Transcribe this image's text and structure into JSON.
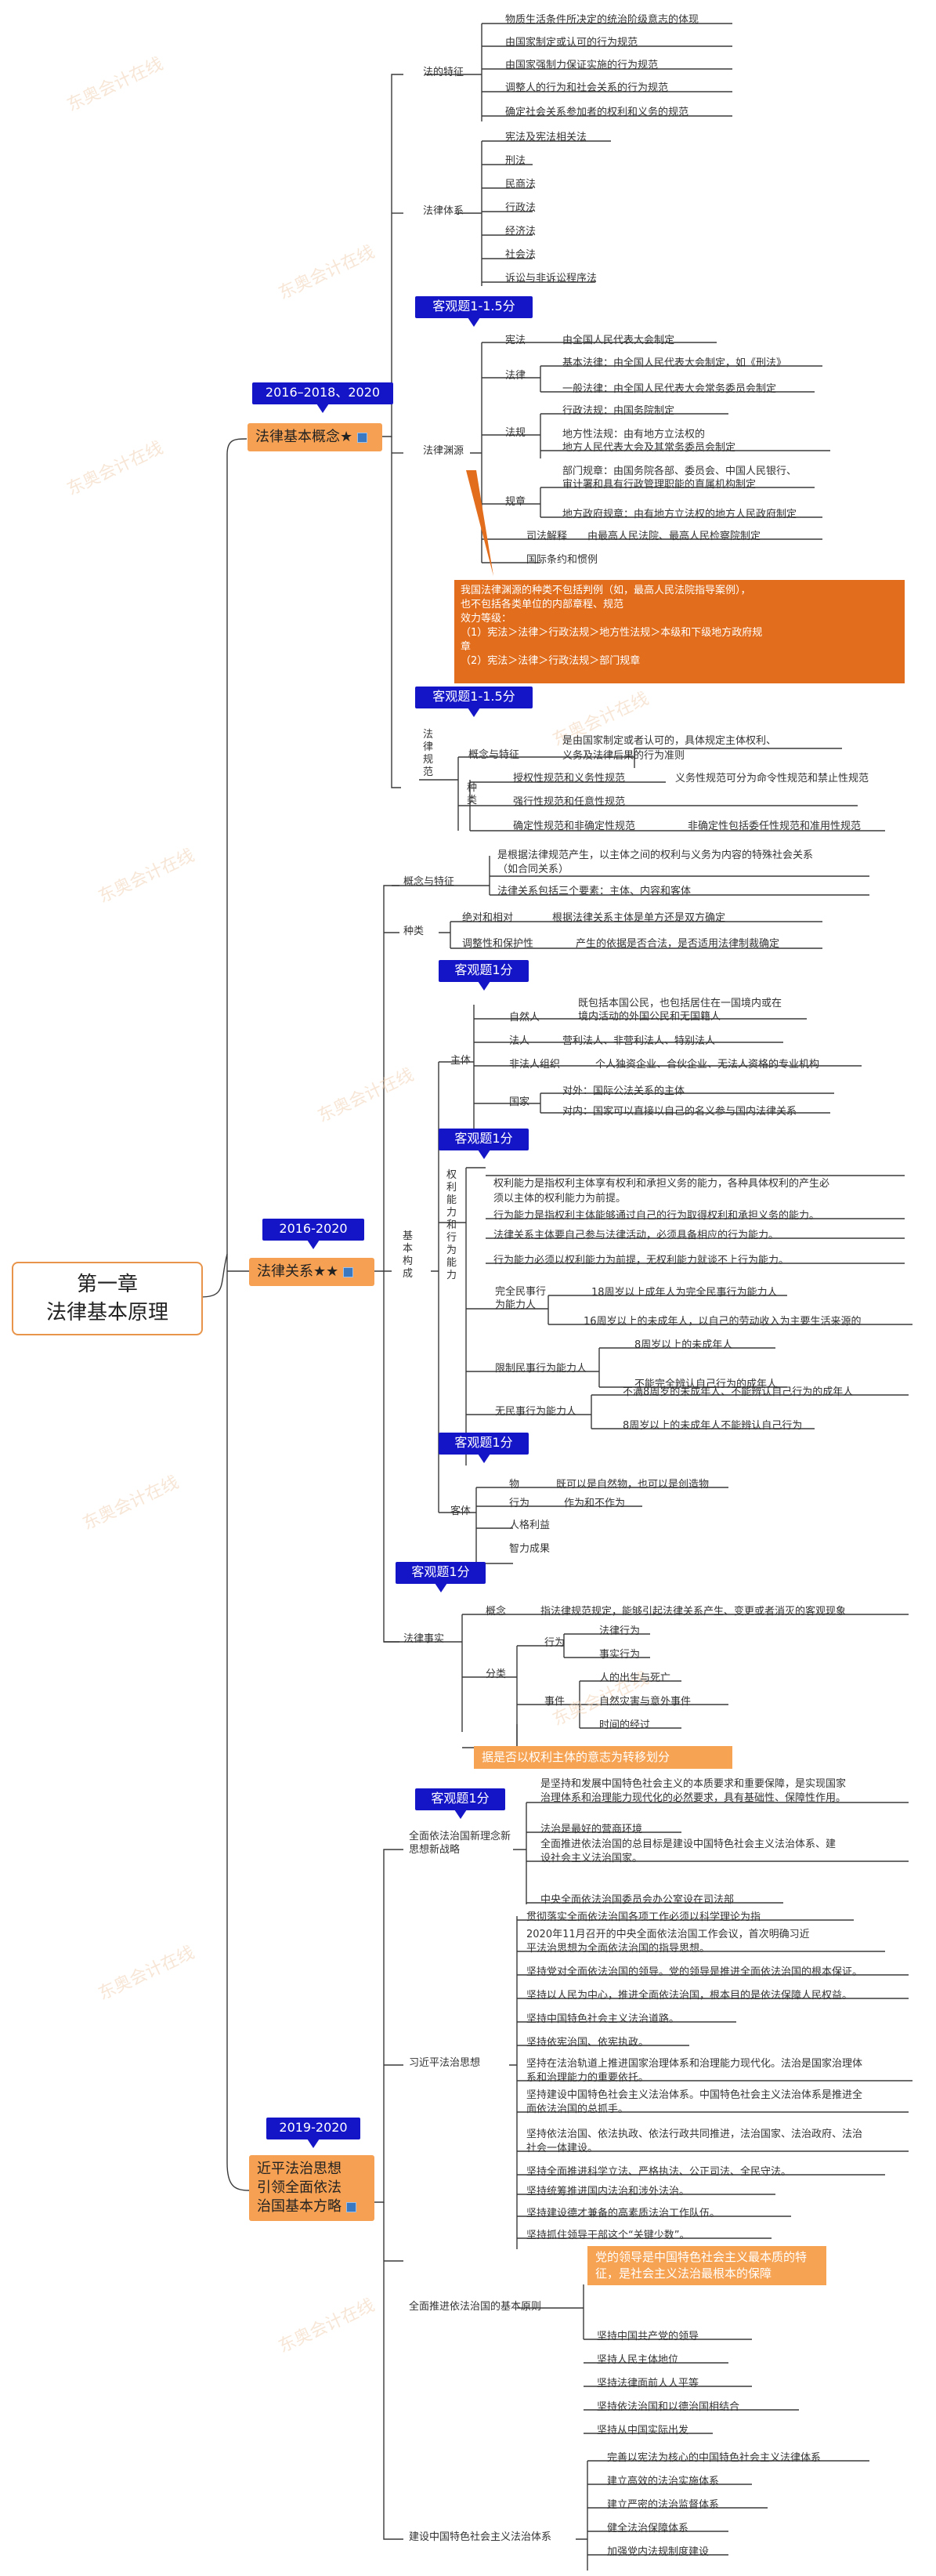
{
  "root": {
    "line1": "第一章",
    "line2": "法律基本原理"
  },
  "watermark": "东奥会计在线",
  "branches": {
    "b1": {
      "label": "法律基本概念★",
      "year": "2016–2018、2020"
    },
    "b2": {
      "label": "法律关系★★",
      "year": "2016-2020"
    },
    "b3": {
      "label1": "近平法治思想",
      "label2": "引领全面依法",
      "label3": "治国基本方略",
      "year": "2019-2020"
    }
  },
  "tags": {
    "objective1": "客观题1-1.5分",
    "objective2": "客观题1-1.5分",
    "objective3": "客观题1分",
    "objective4": "客观题1分",
    "objective5": "客观题1分",
    "objective6": "客观题1分",
    "objective7": "客观题1分"
  },
  "law_traits": {
    "label": "法的特征",
    "items": [
      "物质生活条件所决定的统治阶级意志的体现",
      "由国家制定或认可的行为规范",
      "由国家强制力保证实施的行为规范",
      "调整人的行为和社会关系的行为规范",
      "确定社会关系参加者的权利和义务的规范"
    ]
  },
  "law_system": {
    "label": "法律体系",
    "items": [
      "宪法及宪法相关法",
      "刑法",
      "民商法",
      "行政法",
      "经济法",
      "社会法",
      "诉讼与非诉讼程序法"
    ]
  },
  "law_source": {
    "label": "法律渊源",
    "xianfa": "宪法",
    "xianfa_desc": "由全国人民代表大会制定",
    "falv": "法律",
    "falv_basic": "基本法律：由全国人民代表大会制定，如《刑法》",
    "falv_general": "一般法律：由全国人民代表大会常务委员会制定",
    "fagui": "法规",
    "fagui_admin": "行政法规：由国务院制定",
    "fagui_local1": "地方性法规：由有地方立法权的",
    "fagui_local2": "地方人民代表大会及其常务委员会制定",
    "guizhang": "规章",
    "guizhang_dept1": "部门规章：由国务院各部、委员会、中国人民银行、",
    "guizhang_dept2": "审计署和具有行政管理职能的直属机构制定",
    "guizhang_local": "地方政府规章：由有地方立法权的地方人民政府制定",
    "sifa": "司法解释",
    "sifa_desc": "由最高人民法院、最高人民检察院制定",
    "treaty": "国际条约和惯例"
  },
  "source_note": [
    "我国法律渊源的种类不包括判例（如，最高人民法院指导案例），",
    "也不包括各类单位的内部章程、规范",
    "效力等级：",
    "（1）宪法＞法律＞行政法规＞地方性法规＞本级和下级地方政府规",
    "章",
    "（2）宪法＞法律＞行政法规＞部门规章"
  ],
  "norm": {
    "label": "法律规范",
    "concept": "概念与特征",
    "concept_desc1": "是由国家制定或者认可的，具体规定主体权利、",
    "concept_desc2": "义务及法律后果的行为准则",
    "kind": "种类",
    "k1": "授权性规范和义务性规范",
    "k1_desc": "义务性规范可分为命令性规范和禁止性规范",
    "k2": "强行性规范和任意性规范",
    "k3": "确定性规范和非确定性规范",
    "k3_desc": "非确定性包括委任性规范和准用性规范"
  },
  "relation": {
    "concept": "概念与特征",
    "concept_desc1": "是根据法律规范产生，以主体之间的权利与义务为内容的特殊社会关系",
    "concept_desc2": "（如合同关系）",
    "concept_desc3": "法律关系包括三个要素：主体、内容和客体",
    "kind": "种类",
    "kind1": "绝对和相对",
    "kind1_desc": "根据法律关系主体是单方还是双方确定",
    "kind2": "调整性和保护性",
    "kind2_desc": "产生的依据是否合法，是否适用法律制裁确定",
    "basic": "基本构成",
    "subject": "主体",
    "natural": "自然人",
    "natural_desc1": "既包括本国公民，也包括居住在一国境内或在",
    "natural_desc2": "境内活动的外国公民和无国籍人",
    "legal": "法人",
    "legal_desc": "营利法人、非营利法人、特别法人",
    "unincorp": "非法人组织",
    "unincorp_desc": "个人独资企业、合伙企业、无法人资格的专业机构",
    "state": "国家",
    "state_out": "对外：国际公法关系的主体",
    "state_in": "对内：国家可以直接以自己的名义参与国内法律关系",
    "capacity": "权利能力和行为能力",
    "cap1a": "权利能力是指权利主体享有权利和承担义务的能力，各种具体权利的产生必",
    "cap1b": "须以主体的权利能力为前提。",
    "cap2": "行为能力是指权利主体能够通过自己的行为取得权利和承担义务的能力。",
    "cap3": "法律关系主体要自己参与法律活动，必须具备相应的行为能力。",
    "cap4": "行为能力必须以权利能力为前提，无权利能力就谈不上行为能力。",
    "full": "完全民事行为能力人",
    "full1": "18周岁以上成年人为完全民事行为能力人",
    "full2": "16周岁以上的未成年人，以自己的劳动收入为主要生活来源的",
    "limited": "限制民事行为能力人",
    "lim1": "8周岁以上的未成年人",
    "lim2": "不能完全辨认自己行为的成年人",
    "none": "无民事行为能力人",
    "none1": "不满8周岁的未成年人、不能辨认自己行为的成年人",
    "none2": "8周岁以上的未成年人不能辨认自己行为",
    "object": "客体",
    "obj_thing": "物",
    "obj_thing_desc": "既可以是自然物，也可以是创造物",
    "obj_act": "行为",
    "obj_act_desc": "作为和不作为",
    "obj_person": "人格利益",
    "obj_intel": "智力成果",
    "fact": "法律事实",
    "fact_concept": "概念",
    "fact_concept_desc": "指法律规范规定，能够引起法律关系产生、变更或者消灭的客观现象",
    "fact_kind": "分类",
    "act": "行为",
    "act1": "法律行为",
    "act2": "事实行为",
    "event": "事件",
    "ev1": "人的出生与死亡",
    "ev2": "自然灾害与意外事件",
    "ev3": "时间的经过",
    "fact_note": "据是否以权利主体的意志为转移划分"
  },
  "rule": {
    "new": "全面依法治国新理念新思想新战略",
    "new1a": "是坚持和发展中国特色社会主义的本质要求和重要保障，是实现国家",
    "new1b": "治理体系和治理能力现代化的必然要求，具有基础性、保障性作用。",
    "new2": "法治是最好的营商环境",
    "new3a": "全面推进依法治国的总目标是建设中国特色社会主义法治体系、建",
    "new3b": "设社会主义法治国家。",
    "new4": "中央全面依法治国委员会办公室设在司法部",
    "xi": "习近平法治思想",
    "xi0": "贯彻落实全面依法治国各项工作必须以科学理论为指",
    "xi1a": "2020年11月召开的中央全面依法治国工作会议，首次明确习近",
    "xi1b": "平法治思想为全面依法治国的指导思想。",
    "xi2": "坚持党对全面依法治国的领导。党的领导是推进全面依法治国的根本保证。",
    "xi3": "坚持以人民为中心，推进全面依法治国，根本目的是依法保障人民权益。",
    "xi4": "坚持中国特色社会主义法治道路。",
    "xi5": "坚持依宪治国、依宪执政。",
    "xi6a": "坚持在法治轨道上推进国家治理体系和治理能力现代化。法治是国家治理体",
    "xi6b": "系和治理能力的重要依托。",
    "xi7a": "坚持建设中国特色社会主义法治体系。中国特色社会主义法治体系是推进全",
    "xi7b": "面依法治国的总抓手。",
    "xi8a": "坚持依法治国、依法执政、依法行政共同推进，法治国家、法治政府、法治",
    "xi8b": "社会一体建设。",
    "xi9": "坚持全面推进科学立法、严格执法、公正司法、全民守法。",
    "xi10": "坚持统筹推进国内法治和涉外法治。",
    "xi11": "坚持建设德才兼备的高素质法治工作队伍。",
    "xi12": "坚持抓住领导干部这个“关键少数”。",
    "xi_note1": "党的领导是中国特色社会主义最本质的特",
    "xi_note2": "征，是社会主义法治最根本的保障",
    "basic": "全面推进依法治国的基本原则",
    "p1": "坚持中国共产党的领导",
    "p2": "坚持人民主体地位",
    "p3": "坚持法律面前人人平等",
    "p4": "坚持依法治国和以德治国相结合",
    "p5": "坚持从中国实际出发",
    "build": "建设中国特色社会主义法治体系",
    "s1": "完善以宪法为核心的中国特色社会主义法律体系",
    "s2": "建立高效的法治实施体系",
    "s3": "建立严密的法治监督体系",
    "s4": "健全法治保障体系",
    "s5": "加强党内法规制度建设"
  }
}
